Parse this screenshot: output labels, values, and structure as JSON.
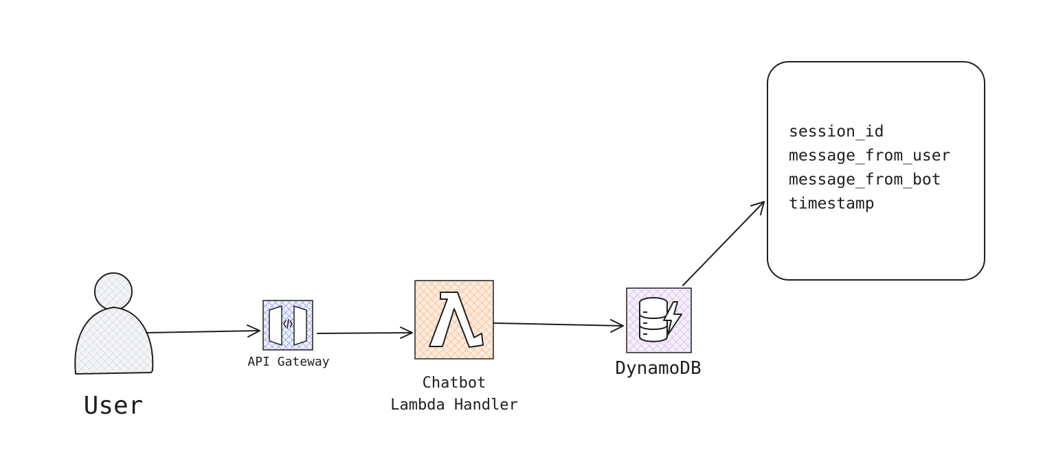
{
  "diagram": {
    "nodes": {
      "user": {
        "label": "User"
      },
      "api_gateway": {
        "label": "API Gateway",
        "color": "#6c6fd1"
      },
      "lambda": {
        "label_line1": "Chatbot",
        "label_line2": "Lambda Handler",
        "color": "#f2a36b"
      },
      "dynamodb": {
        "label": "DynamoDB",
        "color": "#c79fe0"
      }
    },
    "schema": {
      "fields": [
        "session_id",
        "message_from_user",
        "message_from_bot",
        "timestamp"
      ]
    },
    "edges": [
      {
        "from": "user",
        "to": "api_gateway"
      },
      {
        "from": "api_gateway",
        "to": "lambda"
      },
      {
        "from": "lambda",
        "to": "dynamodb"
      },
      {
        "from": "dynamodb",
        "to": "schema"
      }
    ],
    "colors": {
      "stroke": "#1e1e1e",
      "user_fill": "#e6e8ec"
    }
  }
}
